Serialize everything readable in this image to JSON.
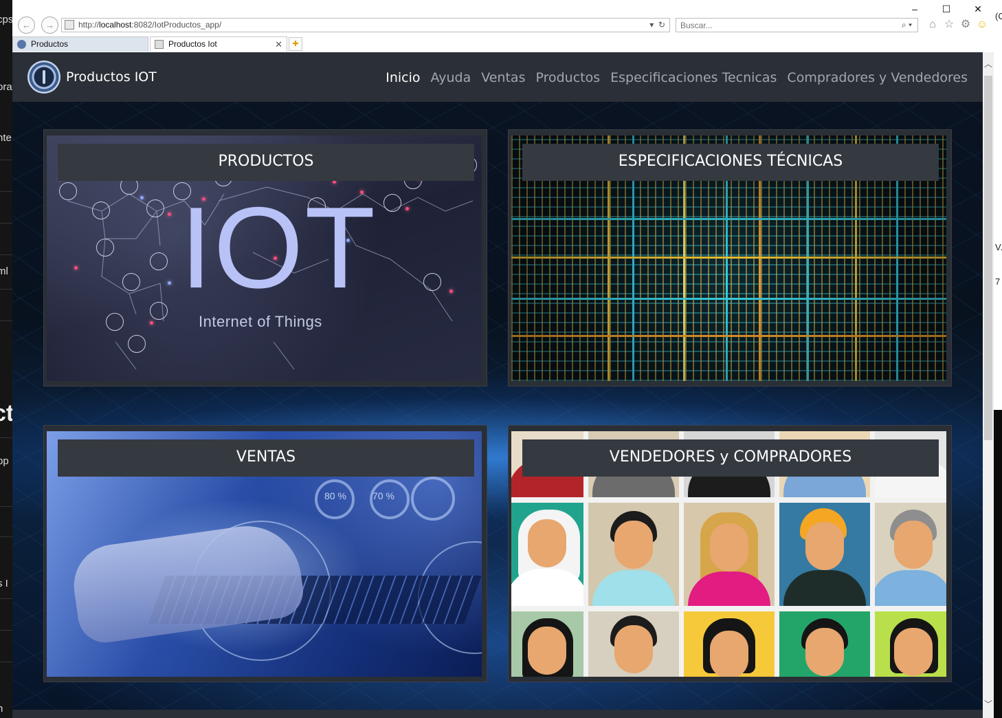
{
  "browser": {
    "window_controls": {
      "minimize": "–",
      "maximize": "☐",
      "close": "✕"
    },
    "address": {
      "prefix": "http://",
      "host": "localhost",
      "rest": ":8082/IotProductos_app/"
    },
    "search_placeholder": "Buscar...",
    "tabs": [
      {
        "label": "Productos"
      },
      {
        "label": "Productos Iot",
        "close": "✕"
      }
    ]
  },
  "site": {
    "brand": "Productos IOT",
    "menu": [
      {
        "label": "Inicio",
        "active": true
      },
      {
        "label": "Ayuda"
      },
      {
        "label": "Ventas"
      },
      {
        "label": "Productos"
      },
      {
        "label": "Especificaciones Tecnicas"
      },
      {
        "label": "Compradores y Vendedores"
      }
    ],
    "cards": [
      {
        "title": "PRODUCTOS"
      },
      {
        "title": "ESPECIFICACIONES TÉCNICAS"
      },
      {
        "title": "VENTAS"
      },
      {
        "title": "VENDEDORES y COMPRADORES"
      }
    ],
    "images": {
      "iot_big": "IOT",
      "iot_sub": "Internet of Things",
      "ventas_pct_1": "80 %",
      "ventas_pct_2": "70 %"
    }
  },
  "background_window": {
    "left_fragments": [
      "cps",
      "ora",
      "nte",
      "ml",
      "ct",
      "pp",
      "s I",
      "n"
    ],
    "right_fragments": [
      "(C",
      "V.",
      "7"
    ]
  },
  "colors": {
    "nav_bg": "#2b2f37",
    "card_label_bg": "#353940",
    "menu_inactive": "#a3a7ad",
    "menu_active": "#ffffff"
  }
}
